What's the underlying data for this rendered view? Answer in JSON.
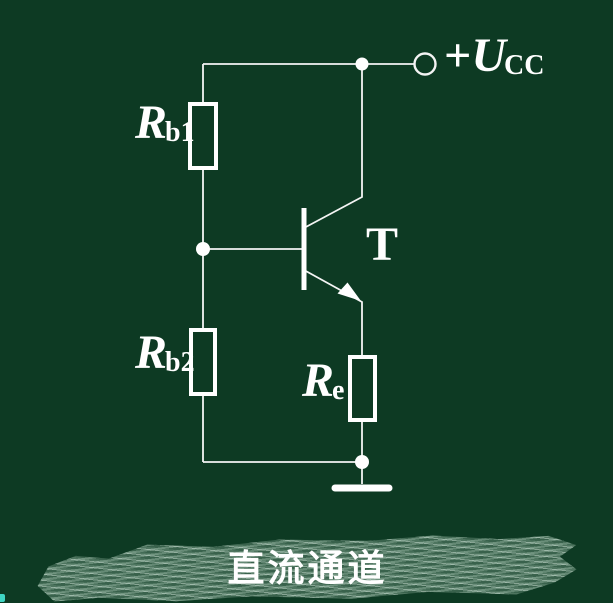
{
  "colors": {
    "background": "#0d3a23",
    "ink": "#ffffff",
    "chalk_highlight": "#8eb09a",
    "corner_mark": "#3fd6c4"
  },
  "labels": {
    "rb1": {
      "main": "R",
      "sub": "b1"
    },
    "rb2": {
      "main": "R",
      "sub": "b2"
    },
    "re": {
      "main": "R",
      "sub": "e"
    },
    "transistor": {
      "main": "T"
    },
    "vcc": {
      "plus": "+",
      "main": "U",
      "sub": "CC"
    }
  },
  "caption": {
    "text": "直流通道"
  }
}
